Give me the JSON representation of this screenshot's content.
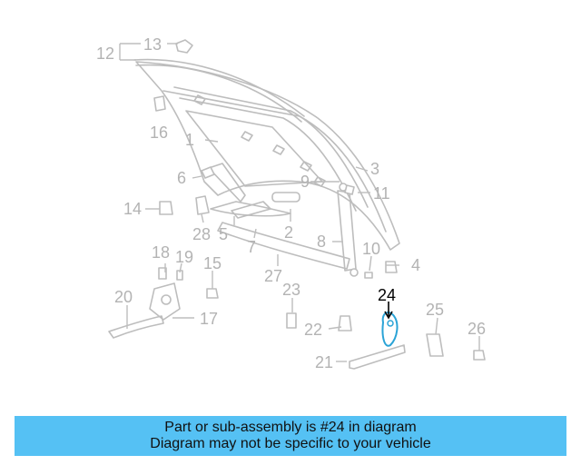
{
  "diagram": {
    "part_labels": [
      "1",
      "2",
      "3",
      "4",
      "5",
      "6",
      "7",
      "8",
      "9",
      "10",
      "11",
      "12",
      "13",
      "14",
      "15",
      "16",
      "17",
      "18",
      "19",
      "20",
      "21",
      "22",
      "23",
      "24",
      "25",
      "26",
      "27",
      "28"
    ],
    "highlighted_part": "24",
    "highlight_color": "#2aa3d6"
  },
  "banner": {
    "line1": "Part or sub-assembly is #24 in diagram",
    "line2": "Diagram may not be specific to your vehicle",
    "background": "#55c1f4"
  }
}
